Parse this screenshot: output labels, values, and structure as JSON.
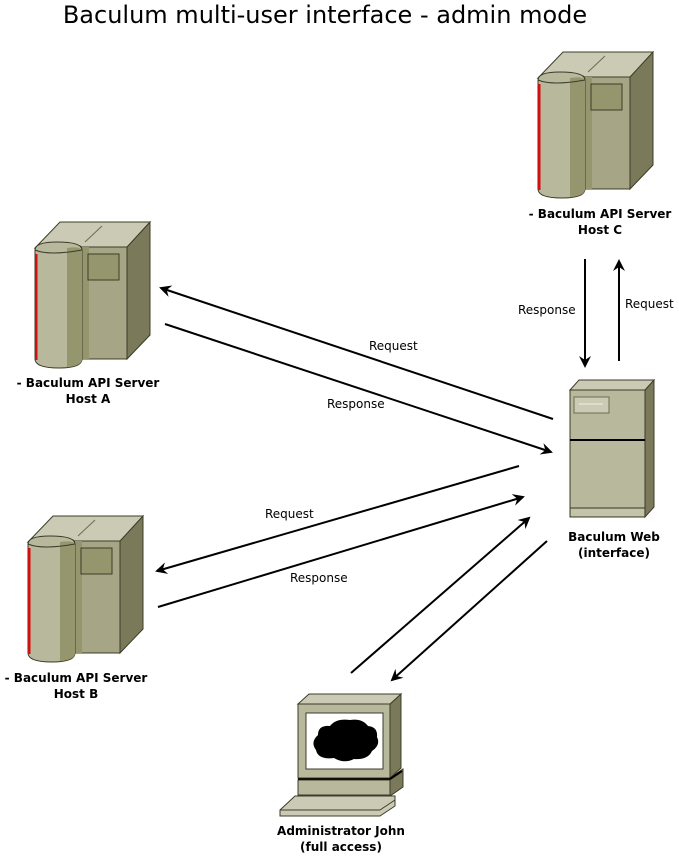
{
  "title": "Baculum multi-user interface - admin mode",
  "nodes": {
    "host_c": {
      "line1": "- Baculum API Server",
      "line2": "Host C",
      "icon": "server-tower-icon"
    },
    "host_a": {
      "line1": "- Baculum API Server",
      "line2": "Host A",
      "icon": "server-tower-icon"
    },
    "host_b": {
      "line1": "- Baculum API Server",
      "line2": "Host B",
      "icon": "server-tower-icon"
    },
    "web": {
      "line1": "Baculum Web",
      "line2": "(interface)",
      "icon": "web-server-icon"
    },
    "admin": {
      "line1": "Administrator John",
      "line2": "(full access)",
      "icon": "workstation-icon"
    }
  },
  "edges": [
    {
      "id": "web-to-c",
      "from": "web",
      "to": "host_c",
      "label": "Request"
    },
    {
      "id": "c-to-web",
      "from": "host_c",
      "to": "web",
      "label": "Response"
    },
    {
      "id": "web-to-a",
      "from": "web",
      "to": "host_a",
      "label": "Request"
    },
    {
      "id": "a-to-web",
      "from": "host_a",
      "to": "web",
      "label": "Response"
    },
    {
      "id": "web-to-b",
      "from": "web",
      "to": "host_b",
      "label": "Request"
    },
    {
      "id": "b-to-web",
      "from": "host_b",
      "to": "web",
      "label": "Response"
    },
    {
      "id": "admin-to-web",
      "from": "admin",
      "to": "web",
      "label": ""
    },
    {
      "id": "web-to-admin",
      "from": "web",
      "to": "admin",
      "label": ""
    }
  ],
  "colors": {
    "server_light": "#b8b89c",
    "server_mid": "#96966e",
    "server_front": "#a6a686",
    "server_top": "#cbcbb5",
    "server_dark": "#7a7a5a",
    "outline": "#3c3c28",
    "accent_red": "#d01010"
  }
}
